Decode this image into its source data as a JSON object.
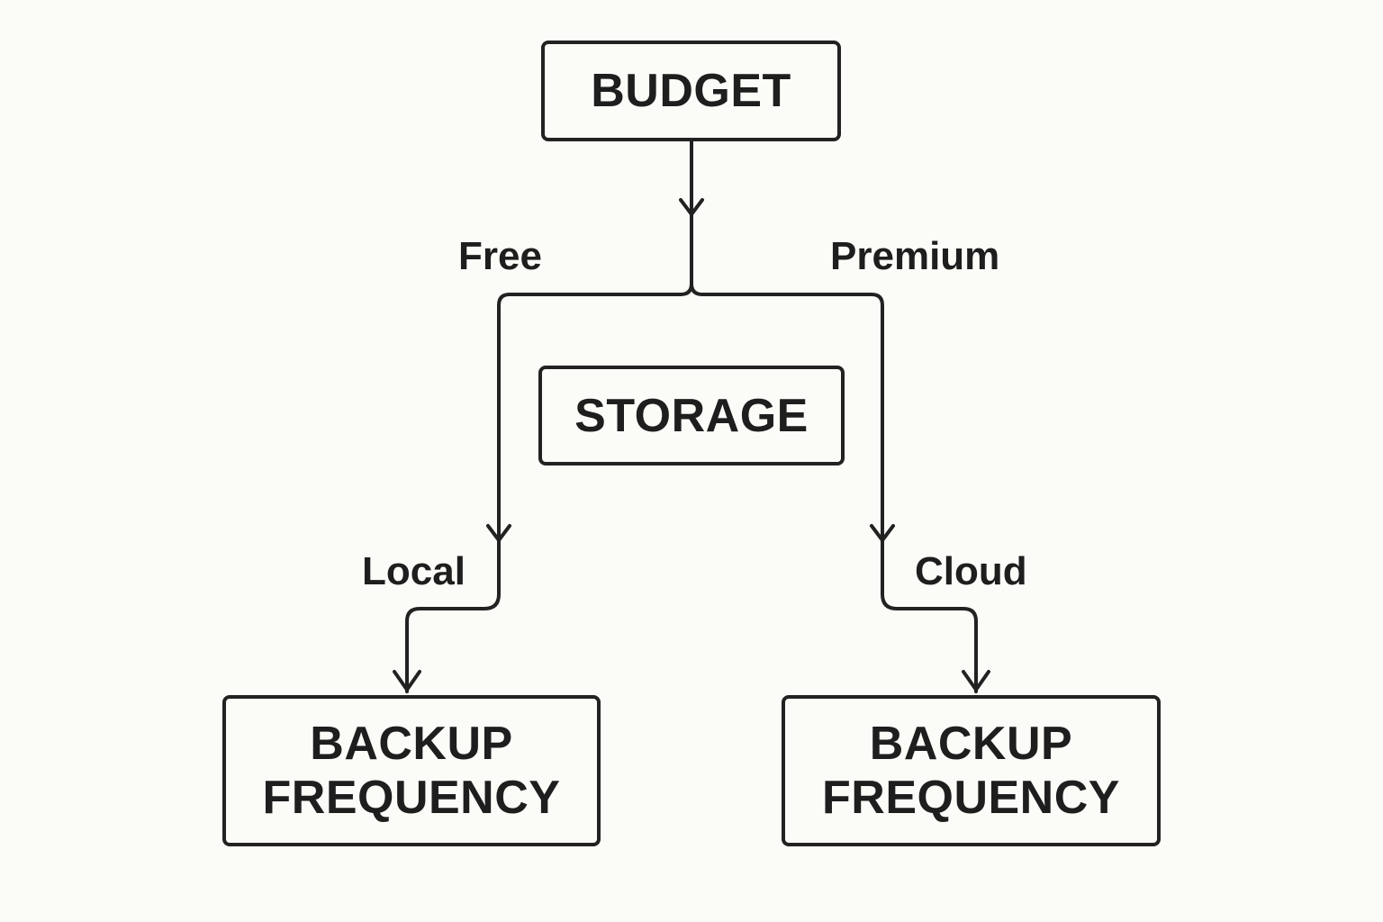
{
  "diagram": {
    "nodes": {
      "budget": {
        "label": "BUDGET"
      },
      "storage": {
        "label": "STORAGE"
      },
      "backup_left": {
        "line1": "BACKUP",
        "line2": "FREQUENCY"
      },
      "backup_right": {
        "line1": "BACKUP",
        "line2": "FREQUENCY"
      }
    },
    "edges": {
      "free": "Free",
      "premium": "Premium",
      "local": "Local",
      "cloud": "Cloud"
    },
    "colors": {
      "background": "#fbfbf8",
      "stroke": "#222222",
      "text": "#1e1e1e"
    }
  }
}
